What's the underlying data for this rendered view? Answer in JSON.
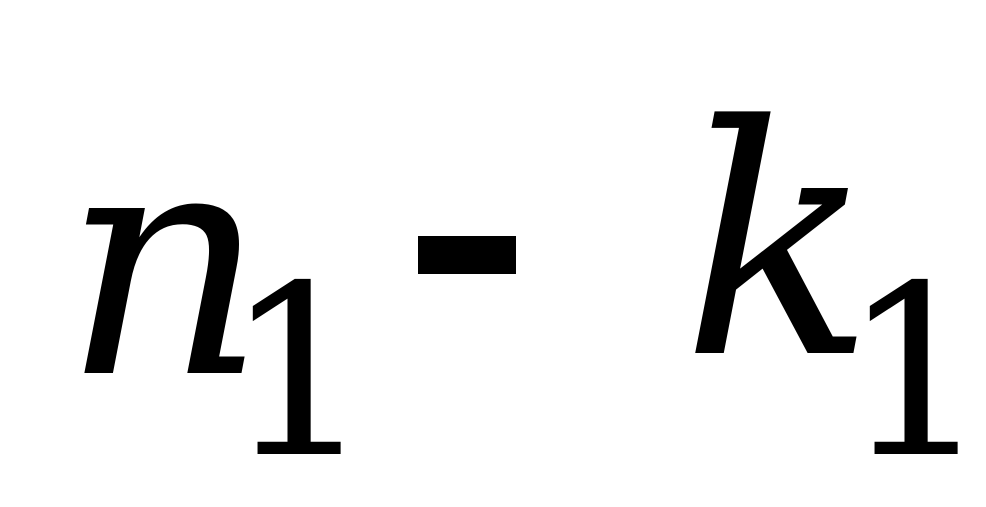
{
  "expression": {
    "term1": {
      "variable": "n",
      "subscript": "1"
    },
    "operator": "-",
    "term2": {
      "variable": "k",
      "subscript": "1"
    }
  },
  "colors": {
    "text": "#000000",
    "background": "#ffffff"
  }
}
